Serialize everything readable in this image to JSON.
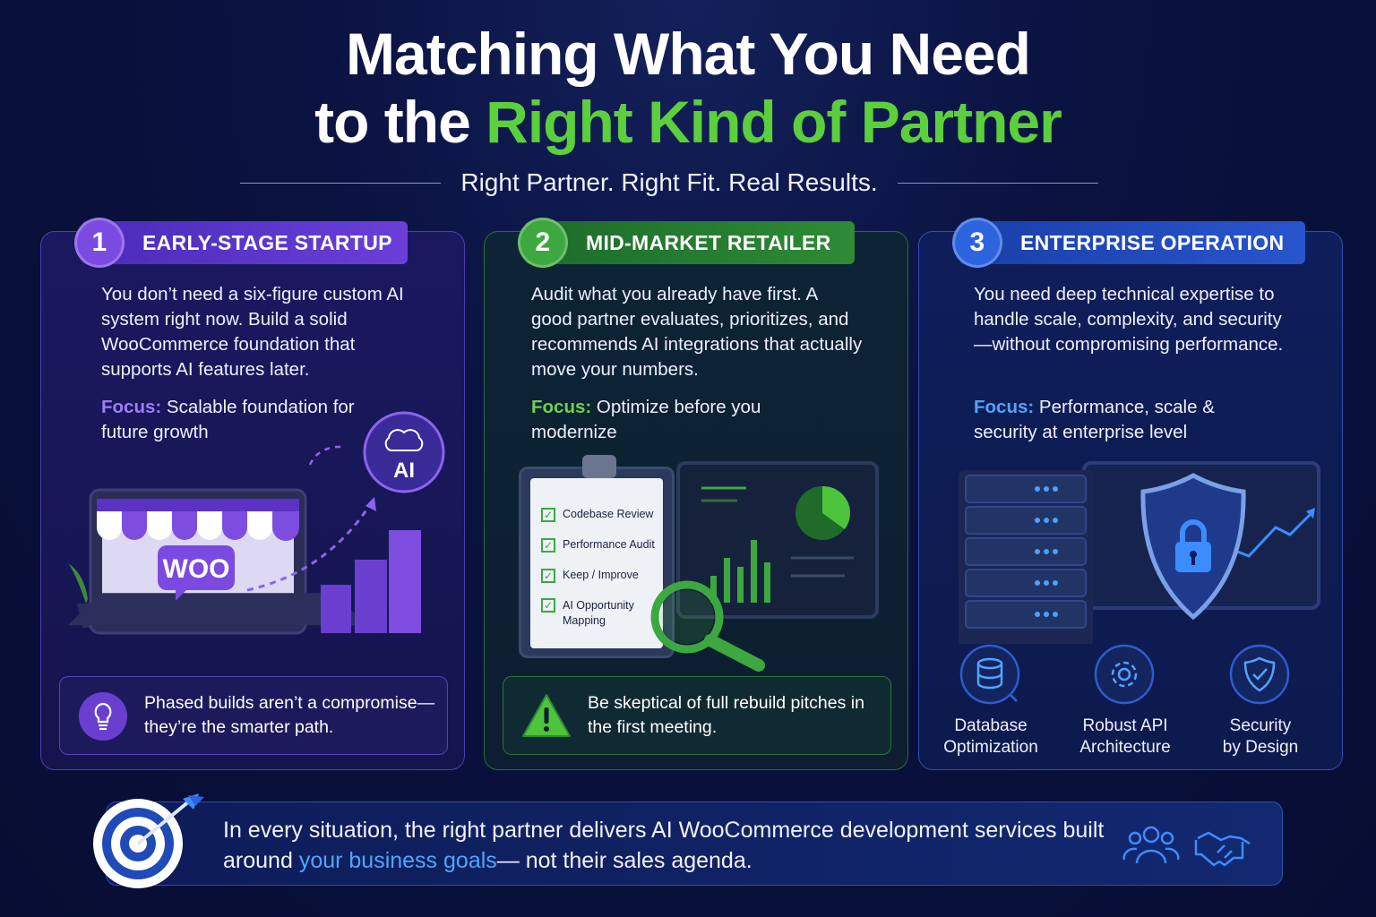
{
  "header": {
    "title_line1": "Matching What You Need",
    "title_line2_prefix": "to the",
    "title_line2_highlight": "Right Kind of Partner",
    "subtitle": "Right Partner. Right Fit. Real Results."
  },
  "cards": [
    {
      "number": "1",
      "label": "EARLY-STAGE STARTUP",
      "body": "You don’t need a six-figure custom AI system right now. Build a solid WooCommerce foundation that supports AI features later.",
      "focus_label": "Focus:",
      "focus_text": "Scalable foundation for future growth",
      "illustration": {
        "badge_text": "AI",
        "logo_text": "WOO"
      },
      "note": "Phased builds aren’t a compromise—they’re the smarter path."
    },
    {
      "number": "2",
      "label": "MID-MARKET RETAILER",
      "body": "Audit what you already have first. A good partner evaluates, prioritizes, and recommends AI integrations that actually move your numbers.",
      "focus_label": "Focus:",
      "focus_text": "Optimize before you modernize",
      "checklist": [
        "Codebase Review",
        "Performance Audit",
        "Keep / Improve",
        "AI Opportunity",
        "Mapping"
      ],
      "note": "Be skeptical of full rebuild pitches in the first meeting."
    },
    {
      "number": "3",
      "label": "ENTERPRISE OPERATION",
      "body": "You need deep technical expertise to handle scale, complexity, and security—without compromising performance.",
      "focus_label": "Focus:",
      "focus_text": "Performance, scale & security at enterprise level",
      "features": [
        "Database\nOptimization",
        "Robust API\nArchitecture",
        "Security\nby Design"
      ]
    }
  ],
  "banner": {
    "text_part1": "In every situation, the right partner delivers AI WooCommerce development services built around",
    "text_highlight": "your business goals",
    "text_part2": "— not their sales agenda."
  },
  "colors": {
    "green": "#5ccf3c",
    "purple": "#7b4ae0",
    "blue": "#2c64e0",
    "link_blue": "#4da6ff"
  }
}
